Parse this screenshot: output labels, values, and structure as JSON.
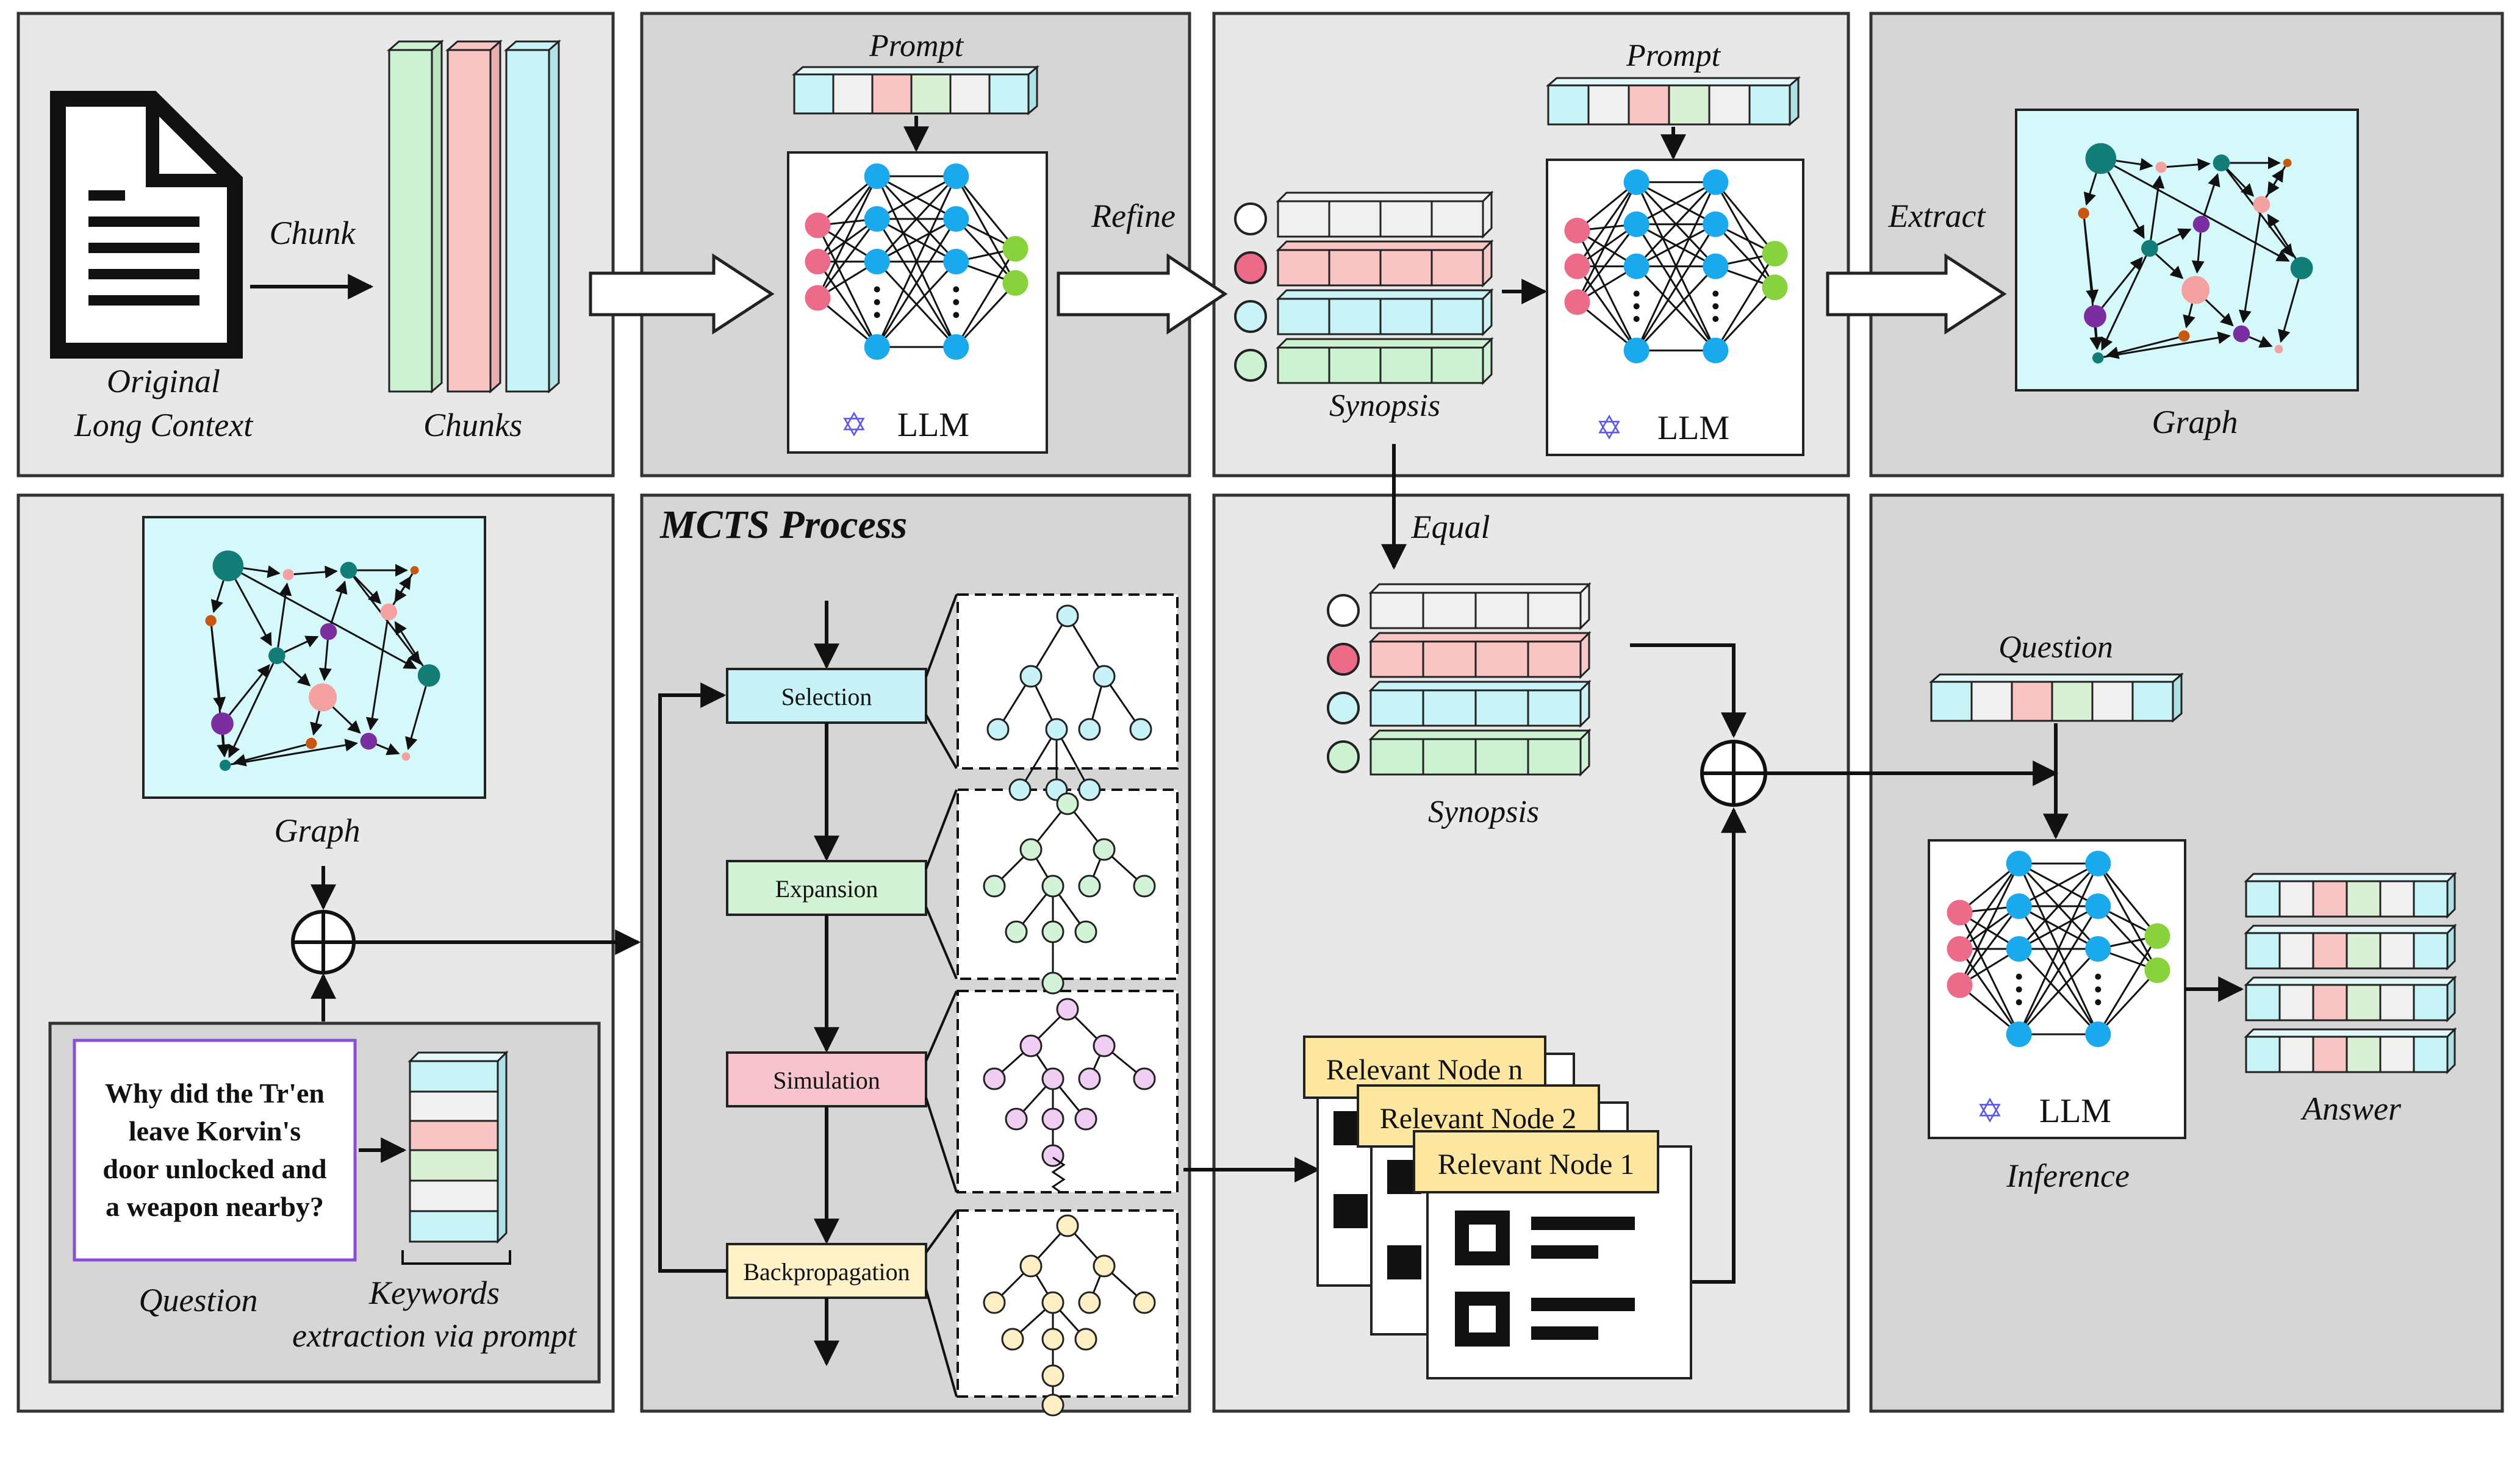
{
  "top": {
    "doc_caption_1": "Original",
    "doc_caption_2": "Long Context",
    "chunk_label": "Chunk",
    "chunks_caption": "Chunks",
    "prompt_label_1": "Prompt",
    "llm_label_1": "LLM",
    "refine_label": "Refine",
    "synopsis_caption_1": "Synopsis",
    "prompt_label_2": "Prompt",
    "llm_label_2": "LLM",
    "extract_label": "Extract",
    "graph_caption_1": "Graph"
  },
  "bottom": {
    "graph_caption_2": "Graph",
    "question_text_lines": [
      "Why did the Tr'en",
      "leave Korvin's",
      "door unlocked and",
      "a weapon nearby?"
    ],
    "question_caption": "Question",
    "keywords_caption_1": "Keywords",
    "keywords_caption_2": "extraction via prompt",
    "mcts_title": "MCTS Process",
    "mcts_steps": [
      "Selection",
      "Expansion",
      "Simulation",
      "Backpropagation"
    ],
    "equal_label": "Equal",
    "synopsis_caption_2": "Synopsis",
    "relevant_nodes": [
      "Relevant Node n",
      "Relevant Node 2",
      "Relevant Node 1"
    ],
    "question_label_2": "Question",
    "llm_label_3": "LLM",
    "inference_caption": "Inference",
    "answer_caption": "Answer"
  },
  "colors": {
    "panel_fill": "#e8e8e8",
    "panel_dark": "#d6d6d6",
    "chunk_green": "#ccf2d2",
    "chunk_pink": "#f9c4c4",
    "chunk_cyan": "#c8f3f7",
    "graph_bg": "#d5f8fb",
    "node_teal": "#127d77",
    "node_pink": "#f4a1a1",
    "node_purple": "#7b2ea0",
    "node_orange": "#c9570f",
    "nn_blue": "#19a9ec",
    "nn_pink": "#ec6b88",
    "nn_green": "#88d23d",
    "selection": "#c7f2f8",
    "expansion": "#d3f3d6",
    "simulation": "#f7c3cd",
    "backprop": "#fff1c8",
    "relevant_node": "#fde7a0"
  },
  "icons": [
    "document-icon",
    "neural-network-icon",
    "llm-logo-icon",
    "graph-icon",
    "tree-icon",
    "plus-circle-icon",
    "arrow-icon",
    "relevant-node-icon"
  ]
}
